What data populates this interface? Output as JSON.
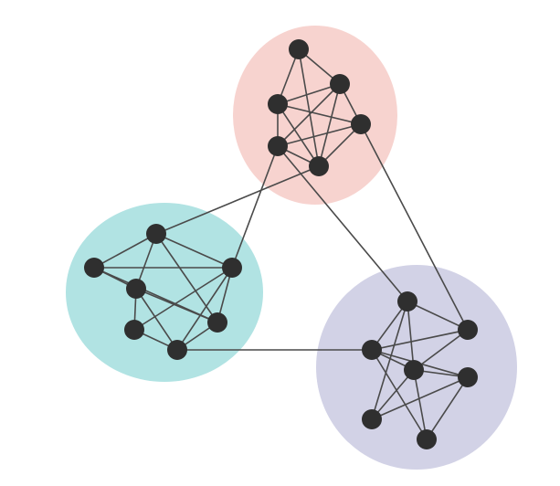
{
  "diagram": {
    "type": "network-communities",
    "communities": [
      {
        "id": "pink",
        "color": "#f7d3cf",
        "members": [
          "p1",
          "p2",
          "p3",
          "p4",
          "p5",
          "p6"
        ]
      },
      {
        "id": "teal",
        "color": "#b1e3e3",
        "members": [
          "t1",
          "t2",
          "t3",
          "t4",
          "t5",
          "t6",
          "t7"
        ]
      },
      {
        "id": "purple",
        "color": "#d2d2e6",
        "members": [
          "u1",
          "u2",
          "u3",
          "u4",
          "u5",
          "u6",
          "u7"
        ]
      }
    ],
    "node_color": "#2f2f2f",
    "edge_color": "#4a4a4a",
    "edges": [
      [
        "p1",
        "p2"
      ],
      [
        "p1",
        "p3"
      ],
      [
        "p1",
        "p5"
      ],
      [
        "p2",
        "p3"
      ],
      [
        "p2",
        "p4"
      ],
      [
        "p2",
        "p5"
      ],
      [
        "p2",
        "p6"
      ],
      [
        "p3",
        "p4"
      ],
      [
        "p3",
        "p5"
      ],
      [
        "p3",
        "p6"
      ],
      [
        "p4",
        "p5"
      ],
      [
        "p4",
        "p6"
      ],
      [
        "p5",
        "p6"
      ],
      [
        "t1",
        "t2"
      ],
      [
        "t1",
        "t3"
      ],
      [
        "t1",
        "t4"
      ],
      [
        "t1",
        "t5"
      ],
      [
        "t2",
        "t3"
      ],
      [
        "t2",
        "t4"
      ],
      [
        "t2",
        "t5"
      ],
      [
        "t3",
        "t5"
      ],
      [
        "t3",
        "t6"
      ],
      [
        "t3",
        "t7"
      ],
      [
        "t4",
        "t5"
      ],
      [
        "t4",
        "t6"
      ],
      [
        "t4",
        "t7"
      ],
      [
        "t5",
        "t7"
      ],
      [
        "t6",
        "t7"
      ],
      [
        "u1",
        "u2"
      ],
      [
        "u1",
        "u3"
      ],
      [
        "u1",
        "u4"
      ],
      [
        "u1",
        "u6"
      ],
      [
        "u2",
        "u4"
      ],
      [
        "u2",
        "u3"
      ],
      [
        "u3",
        "u4"
      ],
      [
        "u3",
        "u5"
      ],
      [
        "u3",
        "u7"
      ],
      [
        "u4",
        "u5"
      ],
      [
        "u4",
        "u6"
      ],
      [
        "u4",
        "u7"
      ],
      [
        "u5",
        "u6"
      ],
      [
        "u5",
        "u7"
      ],
      [
        "t1",
        "p5"
      ],
      [
        "t3",
        "p6"
      ],
      [
        "t7",
        "u3"
      ],
      [
        "p6",
        "u1"
      ],
      [
        "p4",
        "u2"
      ]
    ]
  }
}
